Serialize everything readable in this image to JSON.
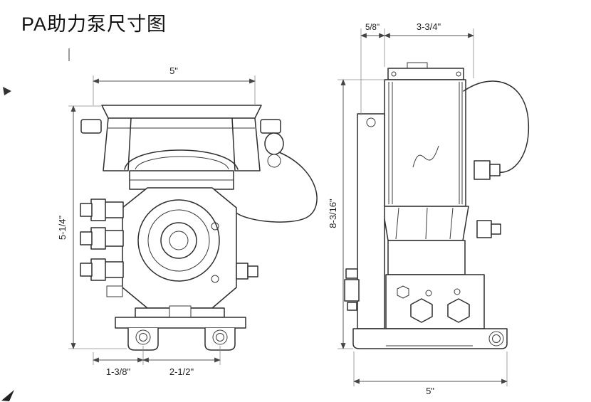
{
  "title": "PA助力泵尺寸图",
  "views": {
    "front": {
      "dim_top_width": "5\"",
      "dim_side_height": "5-1/4\"",
      "dim_bottom_left": "1-3/8\"",
      "dim_bottom_right": "2-1/2\""
    },
    "side": {
      "dim_top_left": "5/8\"",
      "dim_top_right": "3-3/4\"",
      "dim_side_height": "8-3/16\"",
      "dim_bottom_width": "5\""
    }
  }
}
